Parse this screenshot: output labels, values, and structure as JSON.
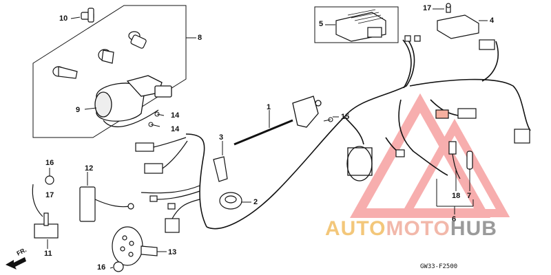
{
  "diagram": {
    "code": "GW33-F2500",
    "direction_label": "FR.",
    "watermark": {
      "part1": "AUTO",
      "part2": "MOTO",
      "part3": "HUB"
    },
    "callouts": [
      {
        "id": "c1",
        "text": "1"
      },
      {
        "id": "c2",
        "text": "2"
      },
      {
        "id": "c3",
        "text": "3"
      },
      {
        "id": "c4",
        "text": "4"
      },
      {
        "id": "c5",
        "text": "5"
      },
      {
        "id": "c6",
        "text": "6"
      },
      {
        "id": "c7",
        "text": "7"
      },
      {
        "id": "c8",
        "text": "8"
      },
      {
        "id": "c9",
        "text": "9"
      },
      {
        "id": "c10",
        "text": "10"
      },
      {
        "id": "c11",
        "text": "11"
      },
      {
        "id": "c12",
        "text": "12"
      },
      {
        "id": "c13",
        "text": "13"
      },
      {
        "id": "c14a",
        "text": "14"
      },
      {
        "id": "c14b",
        "text": "14"
      },
      {
        "id": "c15",
        "text": "15"
      },
      {
        "id": "c16a",
        "text": "16"
      },
      {
        "id": "c16b",
        "text": "16"
      },
      {
        "id": "c17a",
        "text": "17"
      },
      {
        "id": "c17b",
        "text": "17"
      },
      {
        "id": "c18",
        "text": "18"
      }
    ]
  }
}
